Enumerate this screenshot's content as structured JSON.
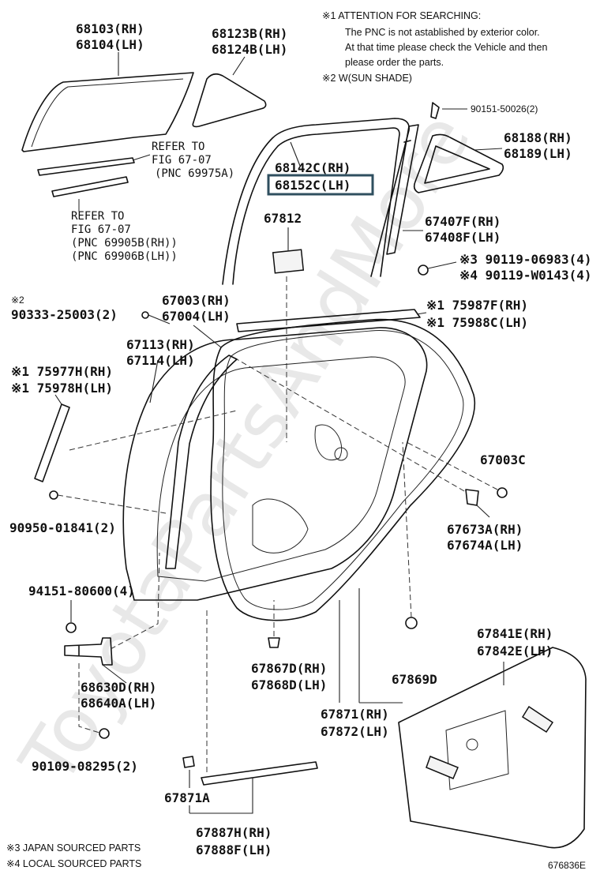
{
  "notes": {
    "attention_line1": "※1 ATTENTION FOR SEARCHING:",
    "attention_line2": "The PNC is not astablished by exterior color.",
    "attention_line3": "At that time please check the Vehicle and then",
    "attention_line4": "please order the parts.",
    "sunshade": "※2 W(SUN SHADE)",
    "japan": "※3  JAPAN SOURCED PARTS",
    "local": "※4  LOCAL SOURCED PARTS"
  },
  "watermark": "ToyotaPartsAndMore",
  "figure_code": "676836E",
  "labels": {
    "p68103": "68103(RH)",
    "p68104": "68104(LH)",
    "p68123b": "68123B(RH)",
    "p68124b": "68124B(LH)",
    "p90151": "90151-50026(2)",
    "p68188": "68188(RH)",
    "p68189": "68189(LH)",
    "refer1_1": "REFER TO",
    "refer1_2": "FIG 67-07",
    "refer1_3": "(PNC 69975A)",
    "p68142c": "68142C(RH)",
    "p68152c": "68152C(LH)",
    "refer2_1": "REFER TO",
    "refer2_2": "FIG 67-07",
    "refer2_3": "(PNC 69905B(RH))",
    "refer2_4": "(PNC 69906B(LH))",
    "p67812": "67812",
    "p67407f": "67407F(RH)",
    "p67408f": "67408F(LH)",
    "p90119_06983": "※3 90119-06983(4)",
    "p90119_w0143": "※4 90119-W0143(4)",
    "ref2_mark": "※2",
    "p90333": "90333-25003(2)",
    "p67003": "67003(RH)",
    "p67004": "67004(LH)",
    "p75987f": "※1 75987F(RH)",
    "p75988c": "※1 75988C(LH)",
    "p67113": "67113(RH)",
    "p67114": "67114(LH)",
    "p75977h": "※1 75977H(RH)",
    "p75978h": "※1 75978H(LH)",
    "p67003c": "67003C",
    "p90950": "90950-01841(2)",
    "p67673a": "67673A(RH)",
    "p67674a": "67674A(LH)",
    "p94151": "94151-80600(4)",
    "p67841e": "67841E(RH)",
    "p67842e": "67842E(LH)",
    "p67867d": "67867D(RH)",
    "p67868d": "67868D(LH)",
    "p67869d": "67869D",
    "p68630d": "68630D(RH)",
    "p68640a": "68640A(LH)",
    "p67871": "67871(RH)",
    "p67872": "67872(LH)",
    "p90109": "90109-08295(2)",
    "p67871a": "67871A",
    "p67887h": "67887H(RH)",
    "p67888f": "67888F(LH)"
  },
  "highlight_color": "#2f4f5f"
}
